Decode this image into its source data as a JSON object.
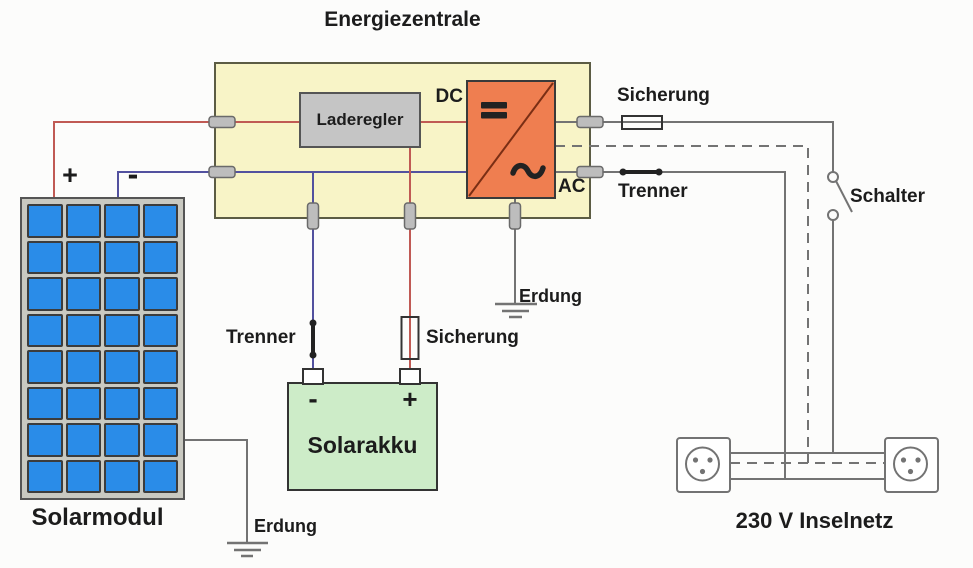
{
  "title": "Energiezentrale",
  "energy_center": {
    "charge_controller_label": "Laderegler",
    "inverter": {
      "dc_label": "DC",
      "ac_label": "AC"
    },
    "ground_label": "Erdung"
  },
  "solar_module": {
    "label": "Solarmodul",
    "plus": "+",
    "minus": "-",
    "ground_label": "Erdung",
    "cell_columns": 4,
    "cell_rows": 8
  },
  "battery": {
    "label": "Solarakku",
    "plus": "+",
    "minus": "-",
    "fuse_label": "Sicherung",
    "disconnect_label": "Trenner"
  },
  "ac_circuit": {
    "fuse_label": "Sicherung",
    "disconnect_label": "Trenner",
    "switch_label": "Schalter",
    "grid_label": "230 V Inselnetz"
  },
  "colors": {
    "energy_center_fill": "#f8f4c7",
    "inverter_fill": "#ef7e50",
    "charge_controller_fill": "#c5c5c5",
    "battery_fill": "#cdecc8",
    "solar_cell": "#2a8ce8",
    "wire_positive": "#c05a54",
    "wire_negative": "#52519f",
    "wire_neutral": "#737373"
  }
}
